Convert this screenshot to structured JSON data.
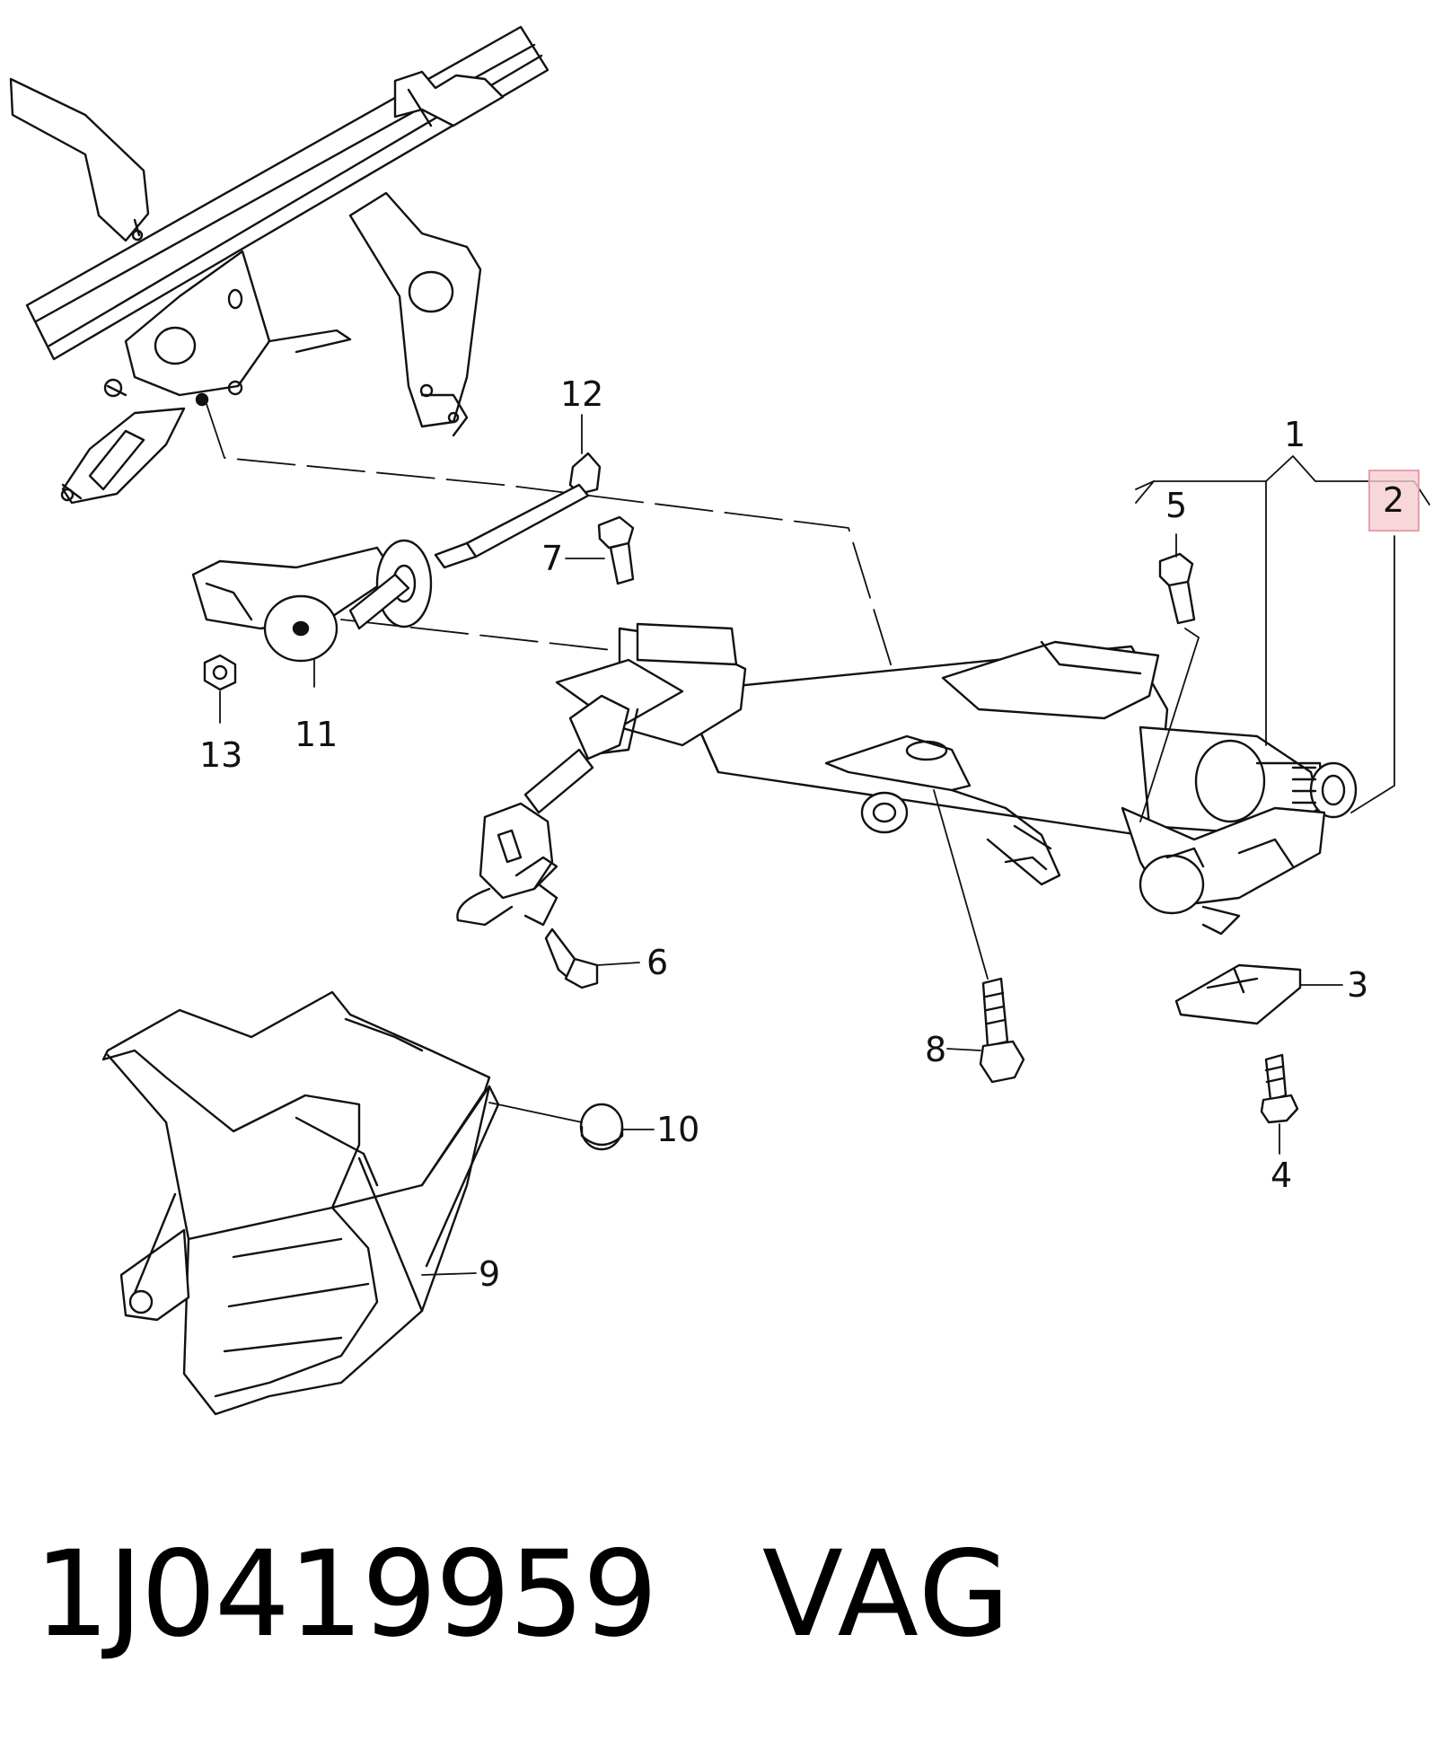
{
  "callouts": {
    "c1": "1",
    "c2": "2",
    "c3": "3",
    "c4": "4",
    "c5": "5",
    "c6": "6",
    "c7": "7",
    "c8": "8",
    "c9": "9",
    "c10": "10",
    "c11": "11",
    "c12": "12",
    "c13": "13"
  },
  "highlighted_callout": "2",
  "highlight_color": "#f6cdd2",
  "footer": {
    "part_number": "1J0419959",
    "maker": "VAG"
  }
}
